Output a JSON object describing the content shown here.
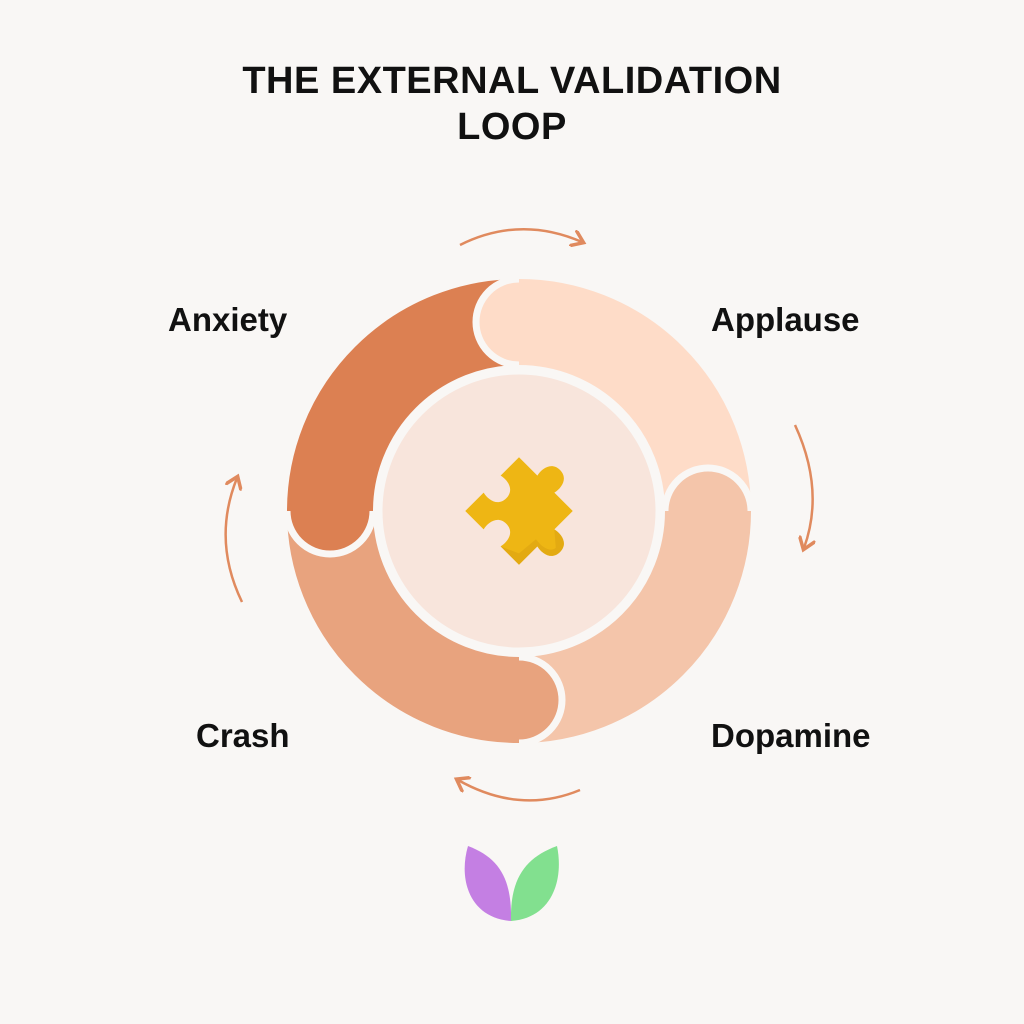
{
  "title": {
    "line1": "THE EXTERNAL VALIDATION",
    "line2": "LOOP"
  },
  "stages": [
    {
      "label": "Anxiety",
      "color": "#dc8052"
    },
    {
      "label": "Applause",
      "color": "#fedcc8"
    },
    {
      "label": "Dopamine",
      "color": "#f4c5aa"
    },
    {
      "label": "Crash",
      "color": "#e8a37e"
    }
  ],
  "center_icon": "puzzle-piece-icon",
  "center_color": "#f8e5dc",
  "puzzle_color": "#eeb614",
  "arrow_color": "#e08a5e",
  "logo": {
    "icon": "leaf-logo",
    "left_color": "#c47fe3",
    "right_color": "#82e08f"
  }
}
